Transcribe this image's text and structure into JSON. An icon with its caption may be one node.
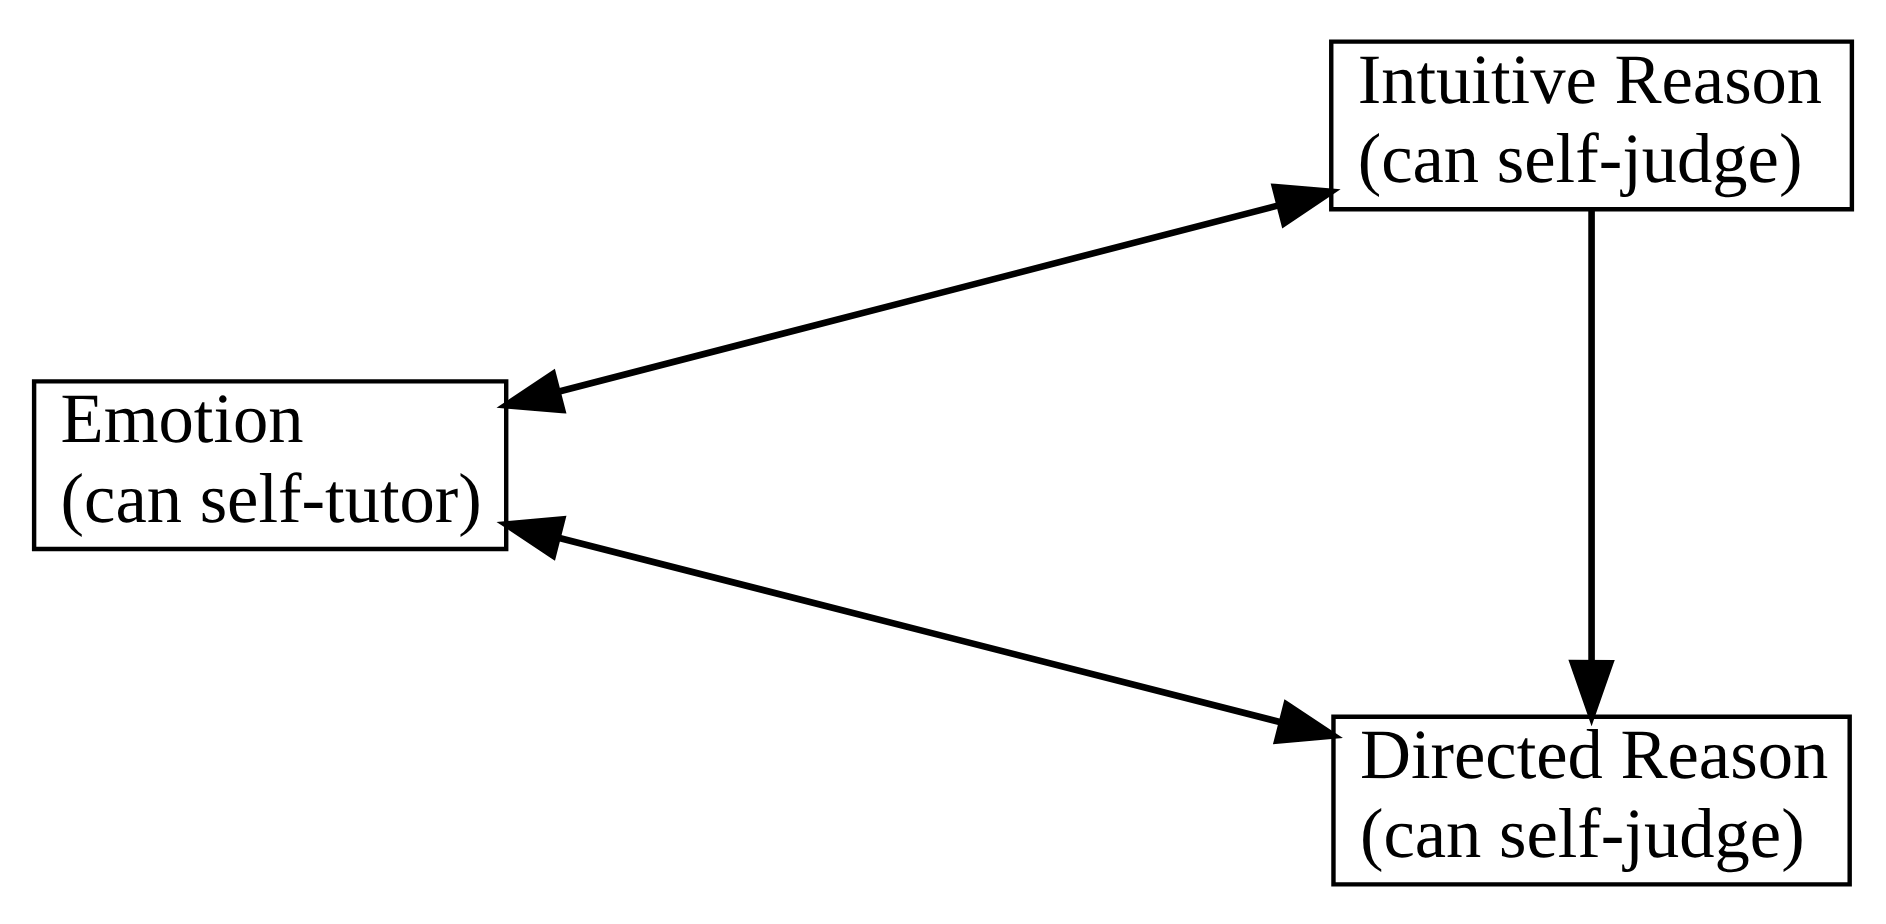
{
  "diagram": {
    "nodes": [
      {
        "text": [
          "Emotion",
          "(can self-tutor)"
        ]
      },
      {
        "text": [
          "Directed Reason",
          "(can self-judge)"
        ]
      },
      {
        "text": [
          "Intuitive Reason",
          "(can self-judge)"
        ]
      }
    ],
    "edges": [
      {
        "from": 0,
        "to": 1,
        "arrow": "both"
      },
      {
        "from": 0,
        "to": 2,
        "arrow": "both"
      },
      {
        "from": 2,
        "to": 1,
        "arrow": "to"
      }
    ]
  }
}
